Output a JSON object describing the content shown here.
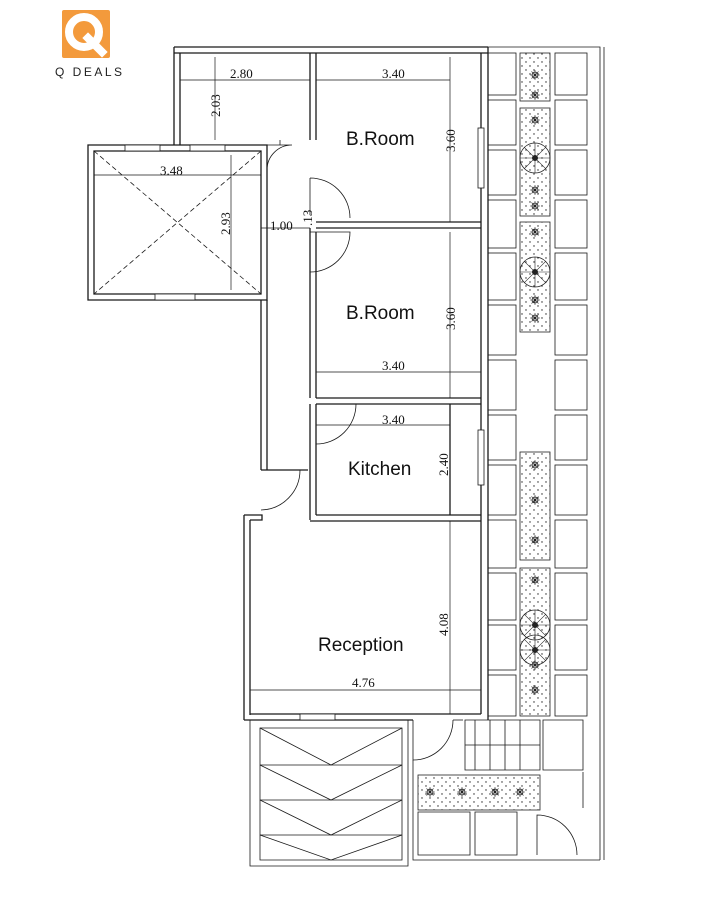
{
  "brand": {
    "mark": "Q",
    "name": "Q DEALS",
    "color": "#f39a3c"
  },
  "rooms": {
    "bedroom_1": "B.Room",
    "bedroom_2": "B.Room",
    "kitchen": "Kitchen",
    "reception": "Reception"
  },
  "dimensions": {
    "top_corridor_width": "2.80",
    "top_corridor_depth": "2.03",
    "bedroom_1_width": "3.40",
    "bedroom_1_depth": "3.60",
    "lightwell_width": "3.48",
    "lightwell_depth": "2.93",
    "passage_width": "1.00",
    "passage_small": ".13",
    "bedroom_2_depth": "3.60",
    "bedroom_2_width": "3.40",
    "kitchen_width": "3.40",
    "kitchen_depth": "2.40",
    "reception_depth": "4.08",
    "reception_width": "4.76"
  }
}
